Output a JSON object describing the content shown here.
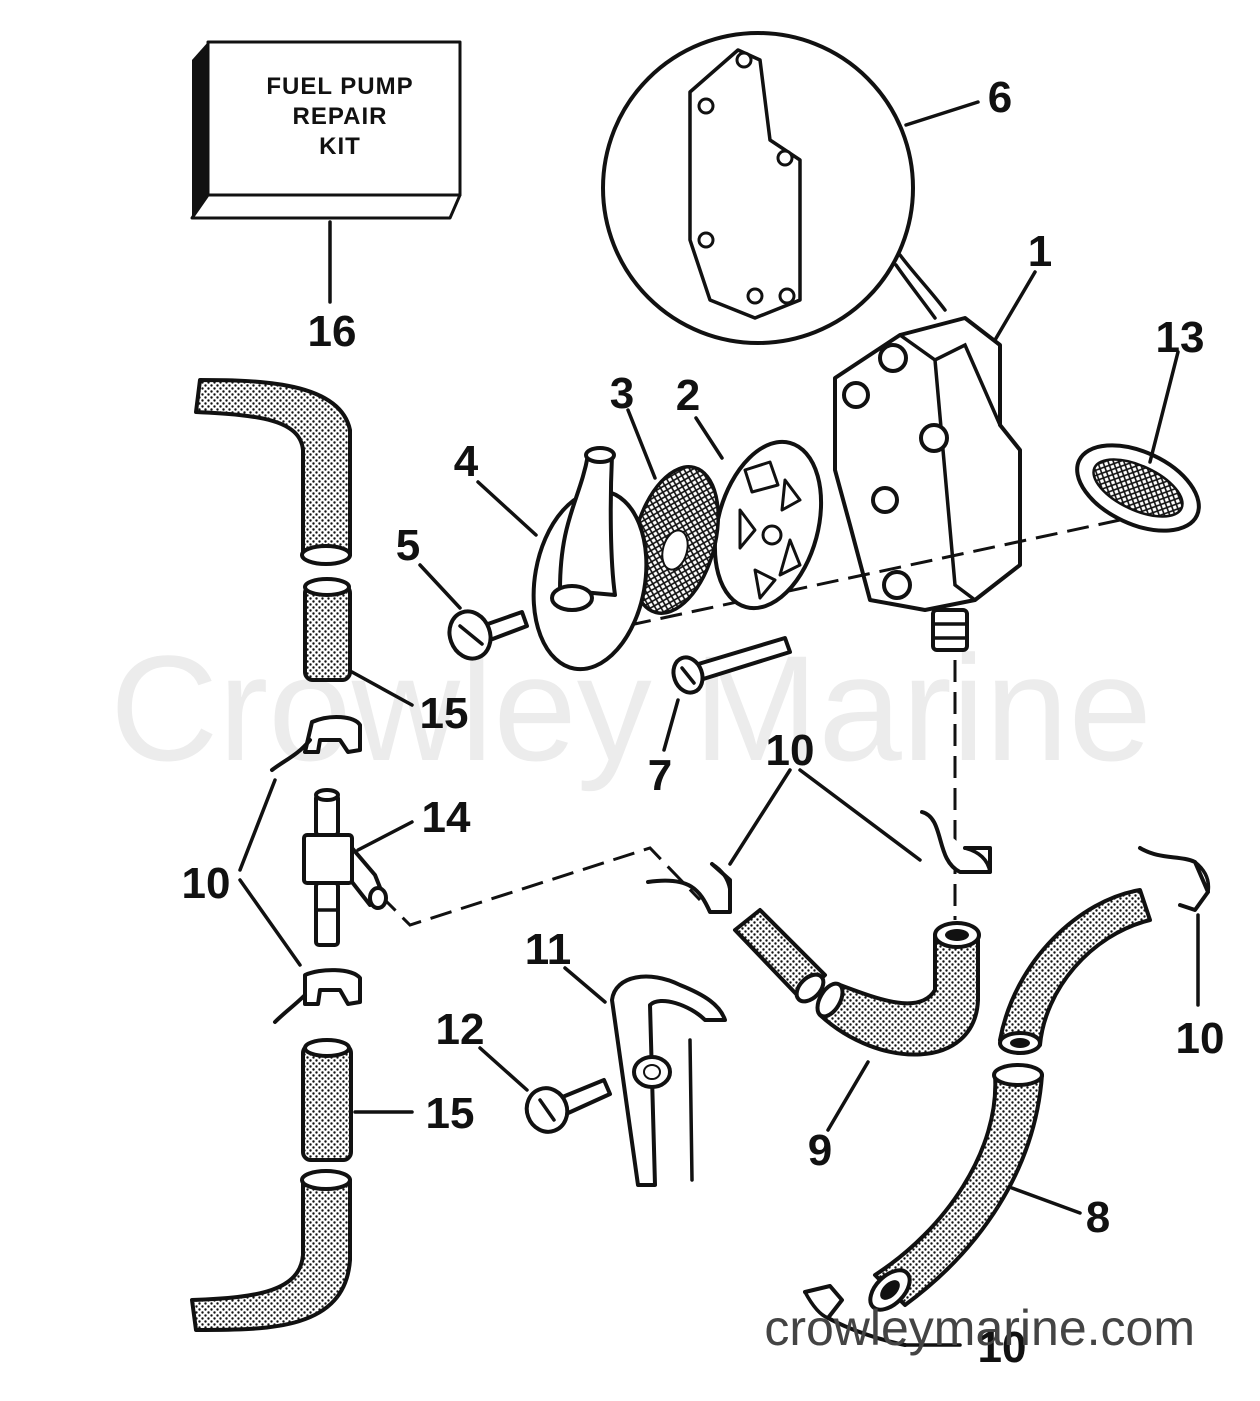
{
  "watermark": {
    "main": "Crowley Marine",
    "url": "crowleymarine.com"
  },
  "kit_box": {
    "lines": [
      "FUEL PUMP",
      "REPAIR",
      "KIT"
    ]
  },
  "callouts": {
    "c1": "1",
    "c2": "2",
    "c3": "3",
    "c4": "4",
    "c5": "5",
    "c6": "6",
    "c7": "7",
    "c8": "8",
    "c9": "9",
    "c10a": "10",
    "c10b": "10",
    "c10c": "10",
    "c10d": "10",
    "c11": "11",
    "c12": "12",
    "c13": "13",
    "c14": "14",
    "c15a": "15",
    "c15b": "15",
    "c16": "16"
  }
}
